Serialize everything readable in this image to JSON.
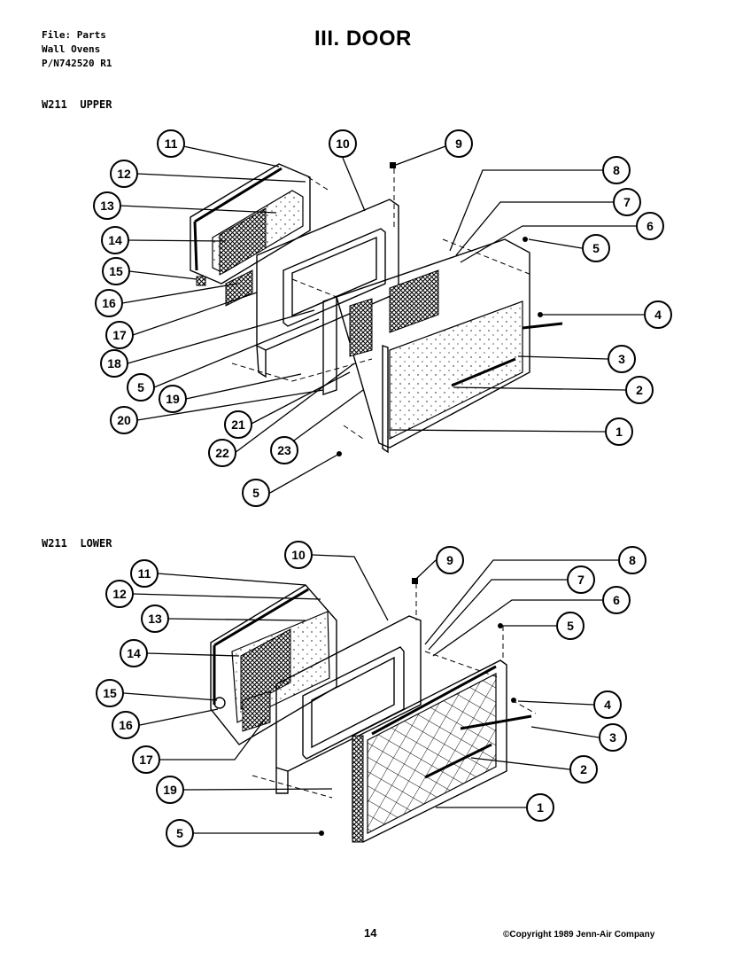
{
  "header": {
    "lines": [
      "File: Parts",
      "Wall Ovens",
      "P/N742520 R1"
    ],
    "title": "III. DOOR"
  },
  "upper": {
    "label": "W211  UPPER",
    "callouts": [
      "1",
      "2",
      "3",
      "4",
      "5",
      "6",
      "7",
      "8",
      "9",
      "10",
      "11",
      "12",
      "13",
      "14",
      "15",
      "16",
      "17",
      "18",
      "5",
      "19",
      "20",
      "21",
      "22",
      "23",
      "5"
    ]
  },
  "lower": {
    "label": "W211  LOWER",
    "callouts": [
      "1",
      "2",
      "3",
      "4",
      "5",
      "6",
      "7",
      "8",
      "9",
      "10",
      "11",
      "12",
      "13",
      "14",
      "15",
      "16",
      "17",
      "19",
      "5"
    ]
  },
  "footer": {
    "page": "14",
    "copyright": "©Copyright 1989 Jenn-Air Company"
  }
}
